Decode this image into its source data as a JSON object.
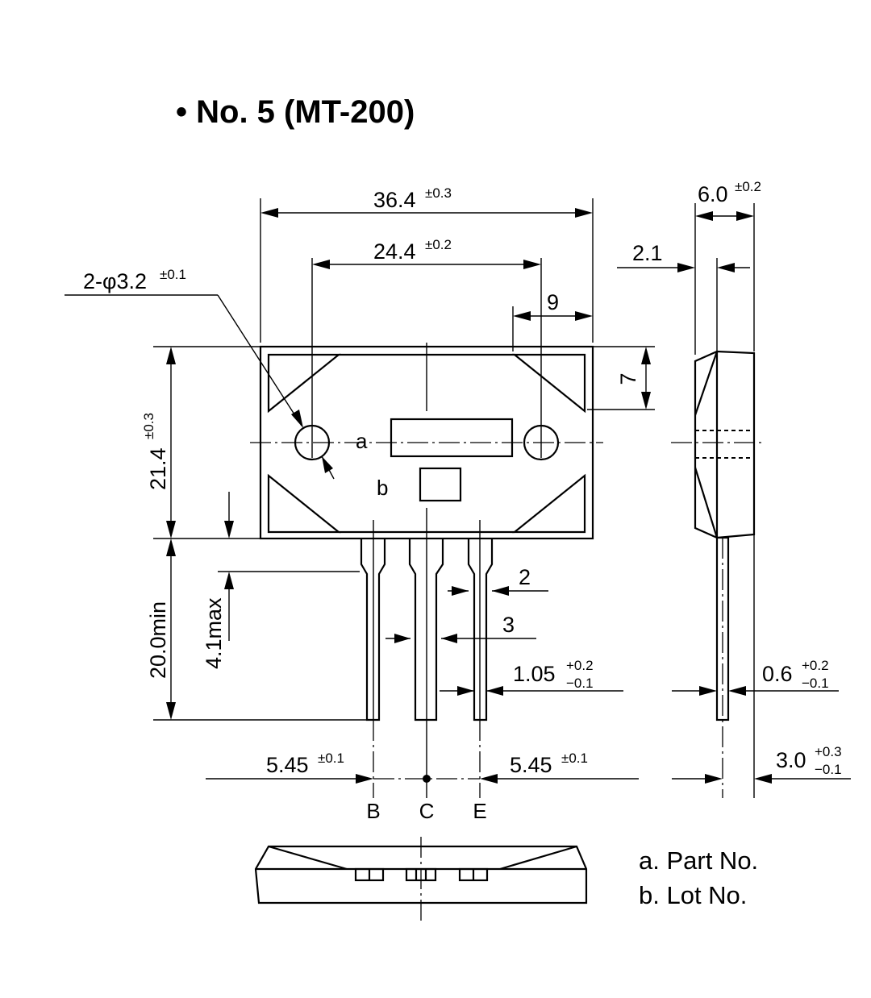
{
  "title": "• No. 5 (MT-200)",
  "dimensions": {
    "overall_width": {
      "value": "36.4",
      "tol": "±0.3"
    },
    "hole_pitch": {
      "value": "24.4",
      "tol": "±0.2"
    },
    "holes": {
      "value": "2-φ3.2",
      "tol": "±0.1"
    },
    "hole_edge": {
      "value": "9"
    },
    "hole_from_top": {
      "value": "7"
    },
    "body_height": {
      "value": "21.4",
      "tol": "±0.3"
    },
    "lead_length": {
      "value": "20.0min"
    },
    "lead_shoulder": {
      "value": "4.1max"
    },
    "lead_shoulder_width": {
      "value": "2"
    },
    "lead_gap": {
      "value": "3"
    },
    "lead_width": {
      "value": "1.05",
      "tol_plus": "+0.2",
      "tol_minus": "−0.1"
    },
    "pitch_left": {
      "value": "5.45",
      "tol": "±0.1"
    },
    "pitch_right": {
      "value": "5.45",
      "tol": "±0.1"
    },
    "thickness": {
      "value": "6.0",
      "tol": "±0.2"
    },
    "flange": {
      "value": "2.1"
    },
    "lead_thickness": {
      "value": "0.6",
      "tol_plus": "+0.2",
      "tol_minus": "−0.1"
    },
    "lead_offset": {
      "value": "3.0",
      "tol_plus": "+0.3",
      "tol_minus": "−0.1"
    }
  },
  "markings": {
    "a": "a",
    "b": "b"
  },
  "pins": [
    "B",
    "C",
    "E"
  ],
  "notes": [
    "a. Part No.",
    "b. Lot No."
  ]
}
